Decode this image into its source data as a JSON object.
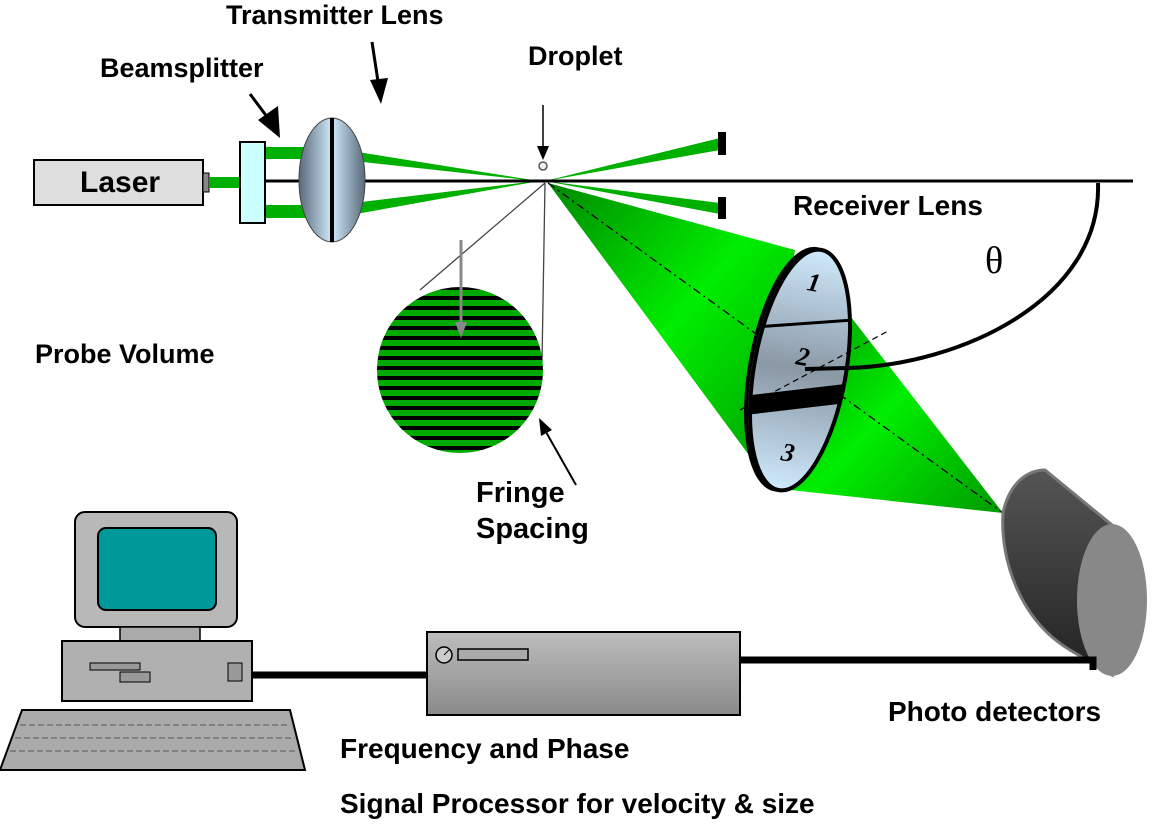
{
  "labels": {
    "transmitter_lens": "Transmitter Lens",
    "beamsplitter": "Beamsplitter",
    "droplet": "Droplet",
    "laser": "Laser",
    "receiver_lens": "Receiver Lens",
    "theta": "θ",
    "probe_volume": "Probe Volume",
    "fringe": "Fringe",
    "spacing": "Spacing",
    "photo_detectors": "Photo detectors",
    "processor_line1": "Frequency and Phase",
    "processor_line2": "Signal Processor for velocity & size"
  },
  "receiver_segments": [
    "1",
    "2",
    "3"
  ],
  "colors": {
    "beam_green": "#00b000",
    "cone_green": "#00dd00",
    "beamsplitter": "#ccffff",
    "screen": "#009999"
  }
}
